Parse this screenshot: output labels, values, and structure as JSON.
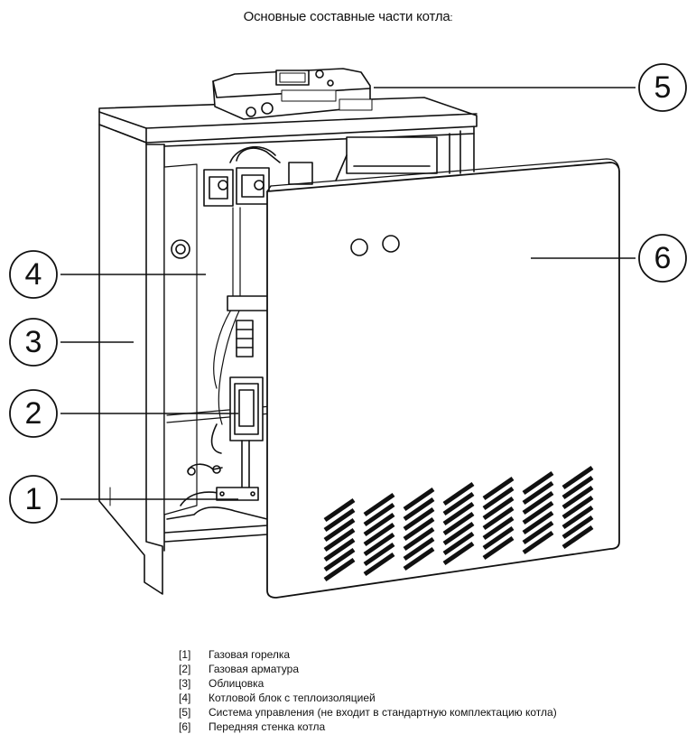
{
  "title": "Основные составные части котла",
  "title_suffix": ":",
  "callouts": [
    {
      "num": "5"
    },
    {
      "num": "6"
    },
    {
      "num": "4"
    },
    {
      "num": "3"
    },
    {
      "num": "2"
    },
    {
      "num": "1"
    }
  ],
  "legend": [
    {
      "num": "[1]",
      "text": "Газовая горелка"
    },
    {
      "num": "[2]",
      "text": "Газовая арматура"
    },
    {
      "num": "[3]",
      "text": "Облицовка"
    },
    {
      "num": "[4]",
      "text": "Котловой блок с теплоизоляцией"
    },
    {
      "num": "[5]",
      "text": "Система управления (не входит в стандартную комплектацию котла)"
    },
    {
      "num": "[6]",
      "text": "Передняя стенка котла"
    }
  ]
}
